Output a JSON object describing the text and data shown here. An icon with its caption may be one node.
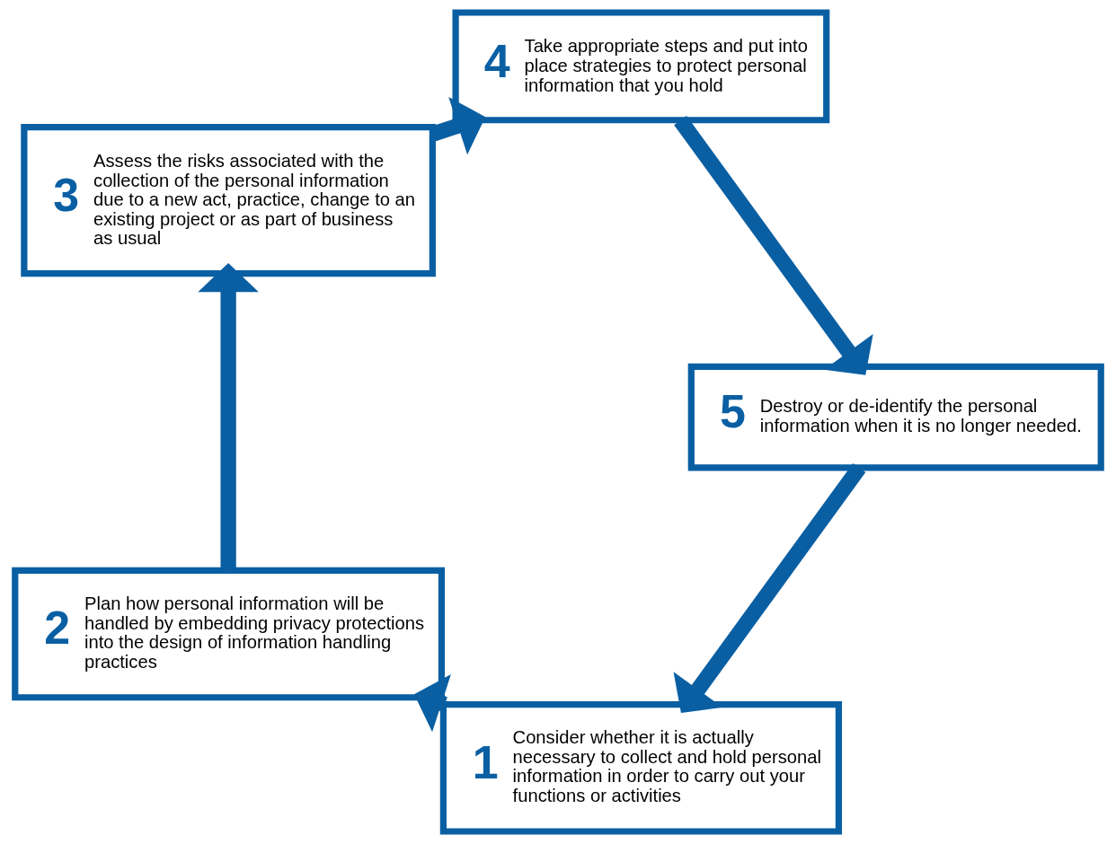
{
  "diagram": {
    "nodes": [
      {
        "text": [
          "1",
          "Consider whether it is actually necessary to collect and hold personal information in order to carry out your functions or activities"
        ]
      },
      {
        "text": [
          "2",
          "Plan how personal information will be handled by embedding privacy protections into the design of information handling practices"
        ]
      },
      {
        "text": [
          "3",
          "Assess the risks associated with the collection of the personal information due to a new act, practice, change to an existing project or as part of business as usual"
        ]
      },
      {
        "text": [
          "4",
          "Take appropriate steps and put into place strategies to protect personal information that you hold"
        ]
      },
      {
        "text": [
          "5",
          "Destroy or de-identify the personal information when it is no longer needed."
        ]
      }
    ],
    "edges": [
      {
        "from": 0,
        "to": 1,
        "arrow": "to"
      },
      {
        "from": 1,
        "to": 2,
        "arrow": "to"
      },
      {
        "from": 2,
        "to": 3,
        "arrow": "to"
      },
      {
        "from": 3,
        "to": 4,
        "arrow": "to"
      },
      {
        "from": 4,
        "to": 0,
        "arrow": "to"
      }
    ]
  }
}
